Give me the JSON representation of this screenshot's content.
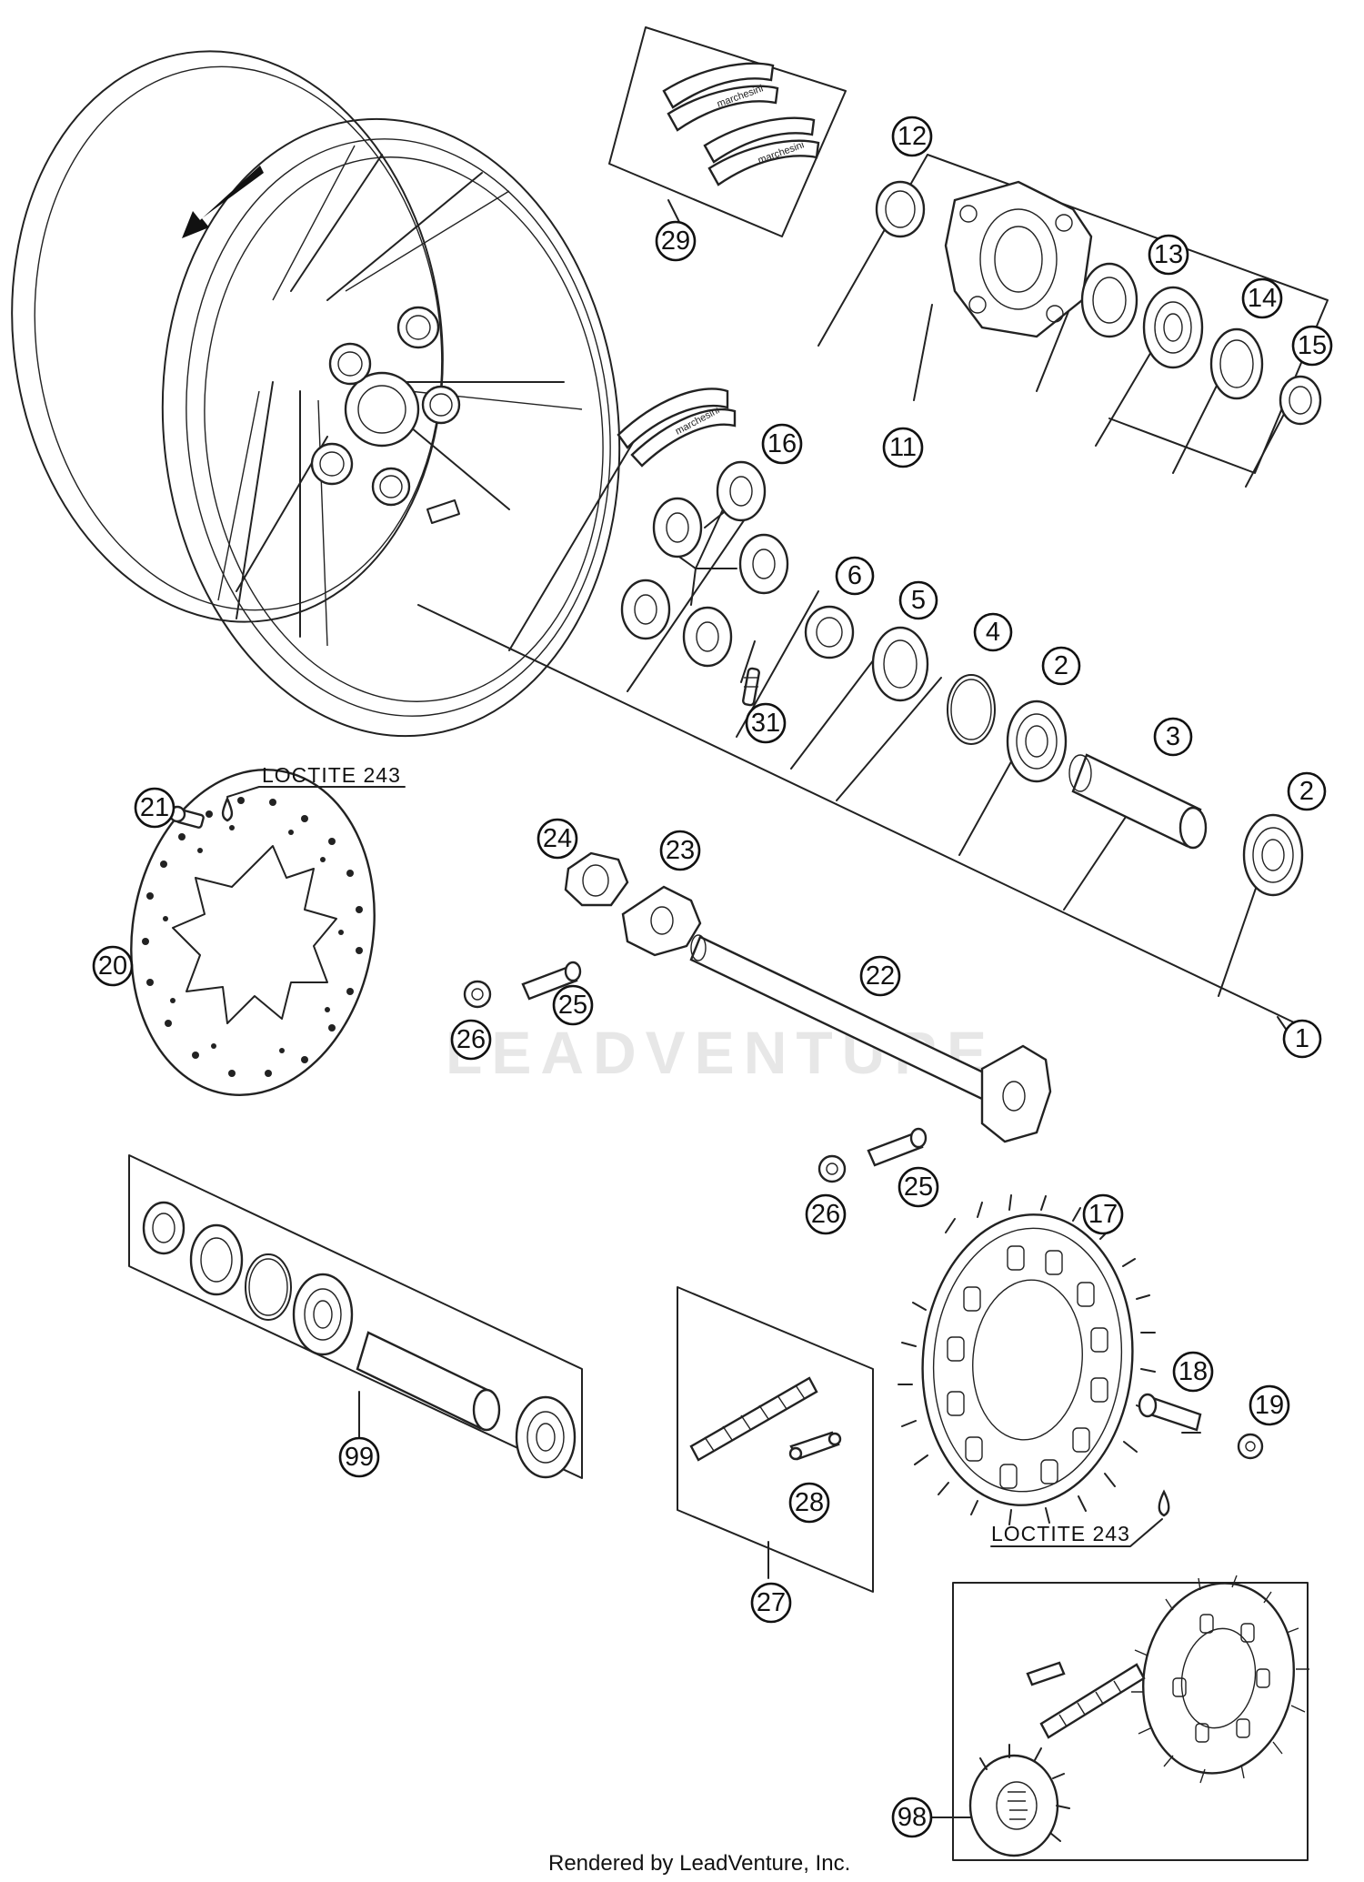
{
  "notes": {
    "loctite_top": "LOCTITE 243",
    "loctite_bottom": "LOCTITE 243"
  },
  "watermark": "LEADVENTURE",
  "footer": "Rendered by LeadVenture, Inc.",
  "callouts": {
    "c1": "1",
    "c2a": "2",
    "c2b": "2",
    "c3": "3",
    "c4": "4",
    "c5": "5",
    "c6": "6",
    "c11": "11",
    "c12": "12",
    "c13": "13",
    "c14": "14",
    "c15": "15",
    "c16": "16",
    "c17": "17",
    "c18": "18",
    "c19": "19",
    "c20": "20",
    "c21": "21",
    "c22": "22",
    "c23": "23",
    "c24": "24",
    "c25a": "25",
    "c25b": "25",
    "c26a": "26",
    "c26b": "26",
    "c27": "27",
    "c28": "28",
    "c29": "29",
    "c31": "31",
    "c98": "98",
    "c99": "99"
  },
  "decals": [
    "marchesini",
    "marchesini",
    "marchesini"
  ],
  "colors": {
    "line": "#222222",
    "watermark": "#e7e7e7"
  }
}
